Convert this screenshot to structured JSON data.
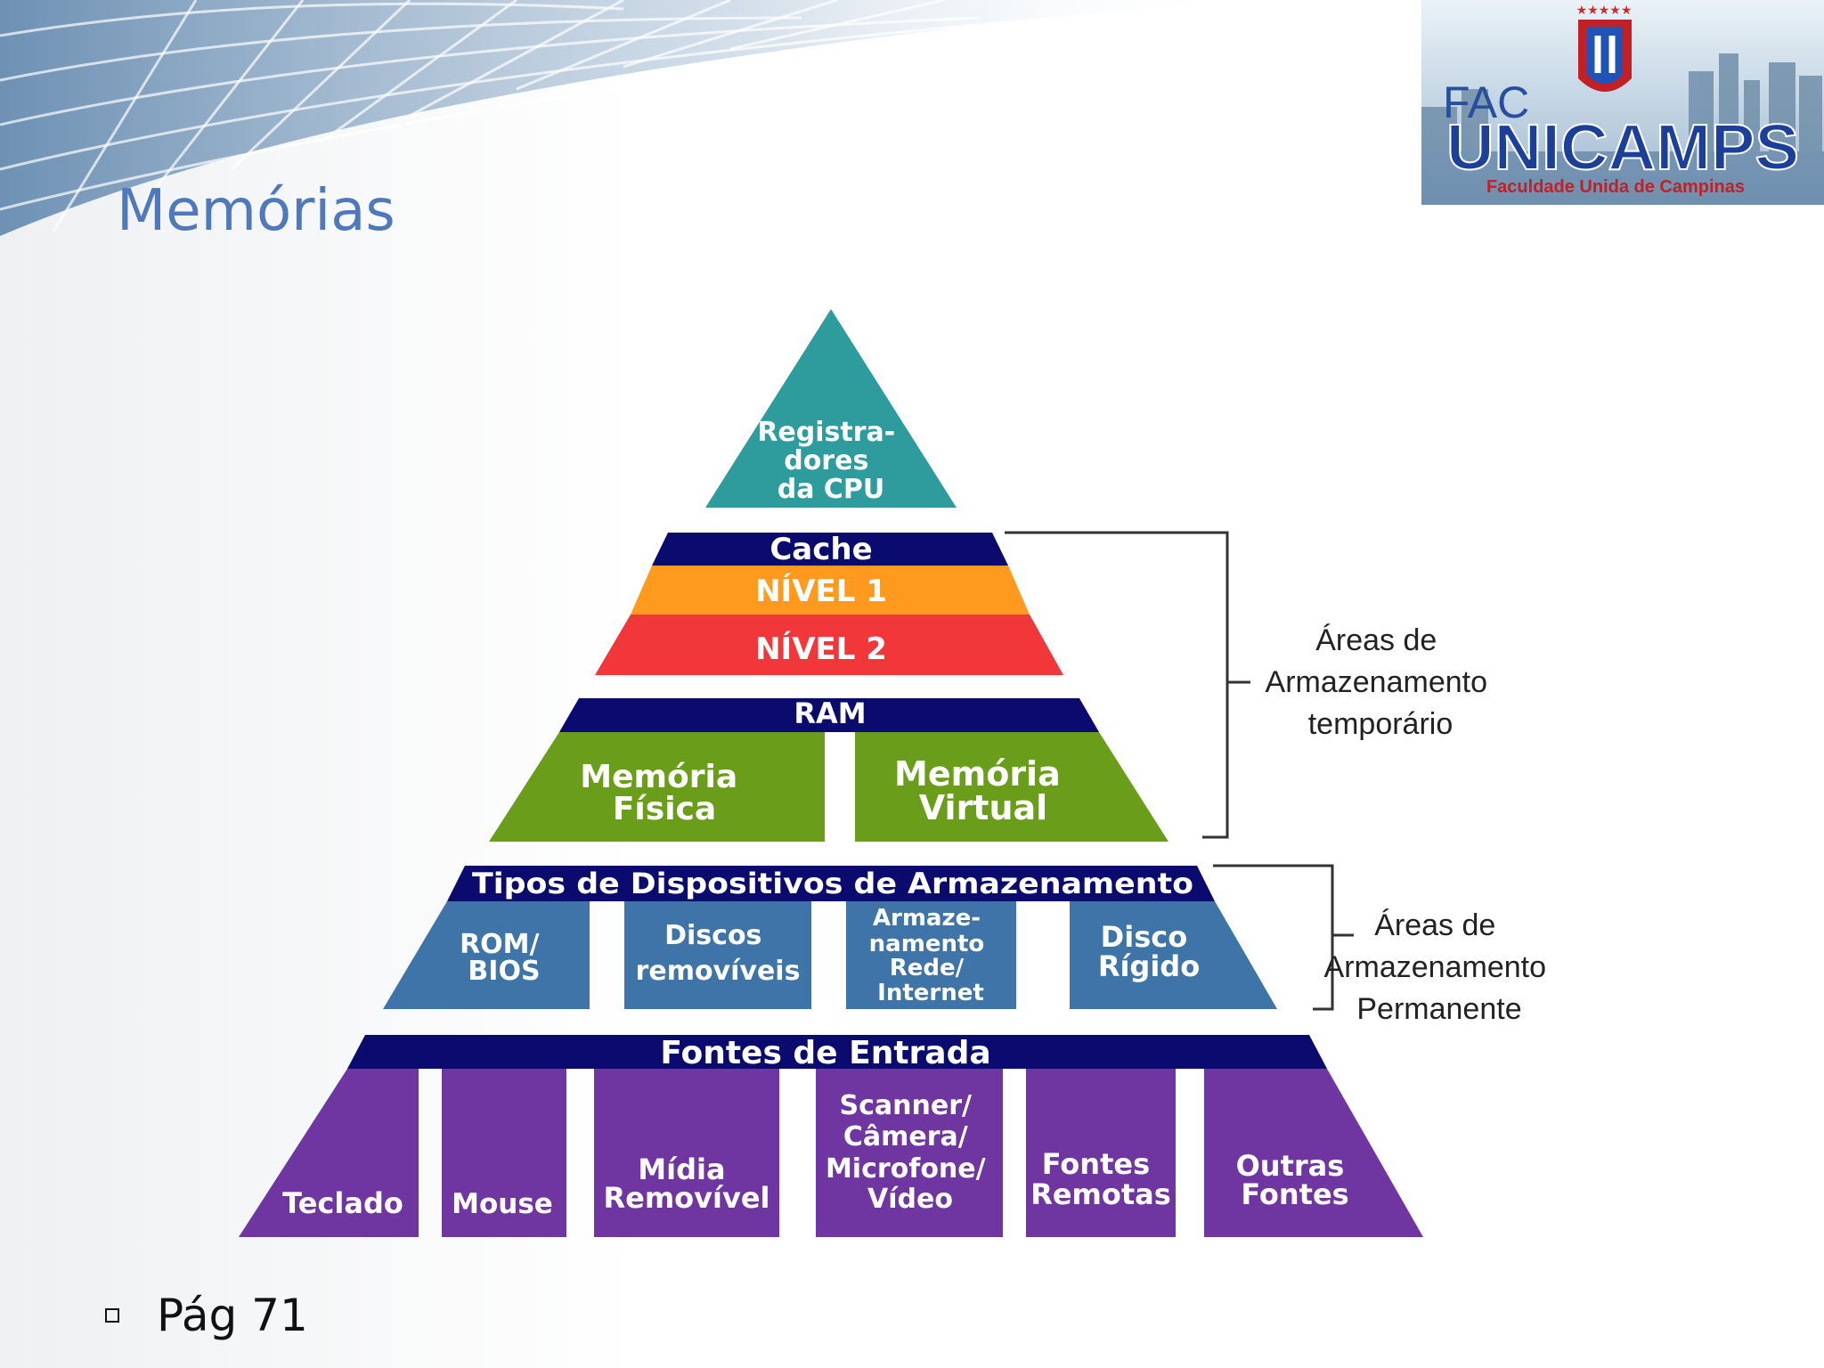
{
  "slide": {
    "title": "Memórias",
    "footer_text": "Pág 71"
  },
  "logo": {
    "prefix": "FAC",
    "name": "UNICAMPS",
    "tagline": "Faculdade Unida de Campinas",
    "stars": "★★★★★"
  },
  "pyramid": {
    "top": [
      "Registra-",
      "dores",
      "da CPU"
    ],
    "cache": {
      "header": "Cache",
      "level1": "NÍVEL 1",
      "level2": "NÍVEL 2"
    },
    "ram": {
      "header": "RAM",
      "physical": [
        "Memória",
        "Física"
      ],
      "virtual": [
        "Memória",
        "Virtual"
      ]
    },
    "storage": {
      "header": "Tipos de Dispositivos de Armazenamento",
      "rom": [
        "ROM/",
        "BIOS"
      ],
      "removable": [
        "Discos",
        "removíveis"
      ],
      "network": [
        "Armaze-",
        "namento",
        "Rede/",
        "Internet"
      ],
      "hdd": [
        "Disco",
        "Rígido"
      ]
    },
    "input": {
      "header": "Fontes de Entrada",
      "keyboard": "Teclado",
      "mouse": "Mouse",
      "media": [
        "Mídia",
        "Removível"
      ],
      "scanner": [
        "Scanner/",
        "Câmera/",
        "Microfone/",
        "Vídeo"
      ],
      "remote": [
        "Fontes",
        "Remotas"
      ],
      "other": [
        "Outras",
        "Fontes"
      ]
    }
  },
  "brackets": {
    "temporary": [
      "Áreas de",
      "Armazenamento",
      "temporário"
    ],
    "permanent": [
      "Áreas de",
      "Armazenamento",
      "Permanente"
    ]
  },
  "colors": {
    "title": "#4f78bd",
    "teal": "#2e9c9c",
    "navy": "#0b0a6e",
    "orange": "#ff9a1f",
    "red": "#f2373b",
    "green": "#6a9e1a",
    "steel": "#3f74a8",
    "purple": "#6f36a2"
  }
}
